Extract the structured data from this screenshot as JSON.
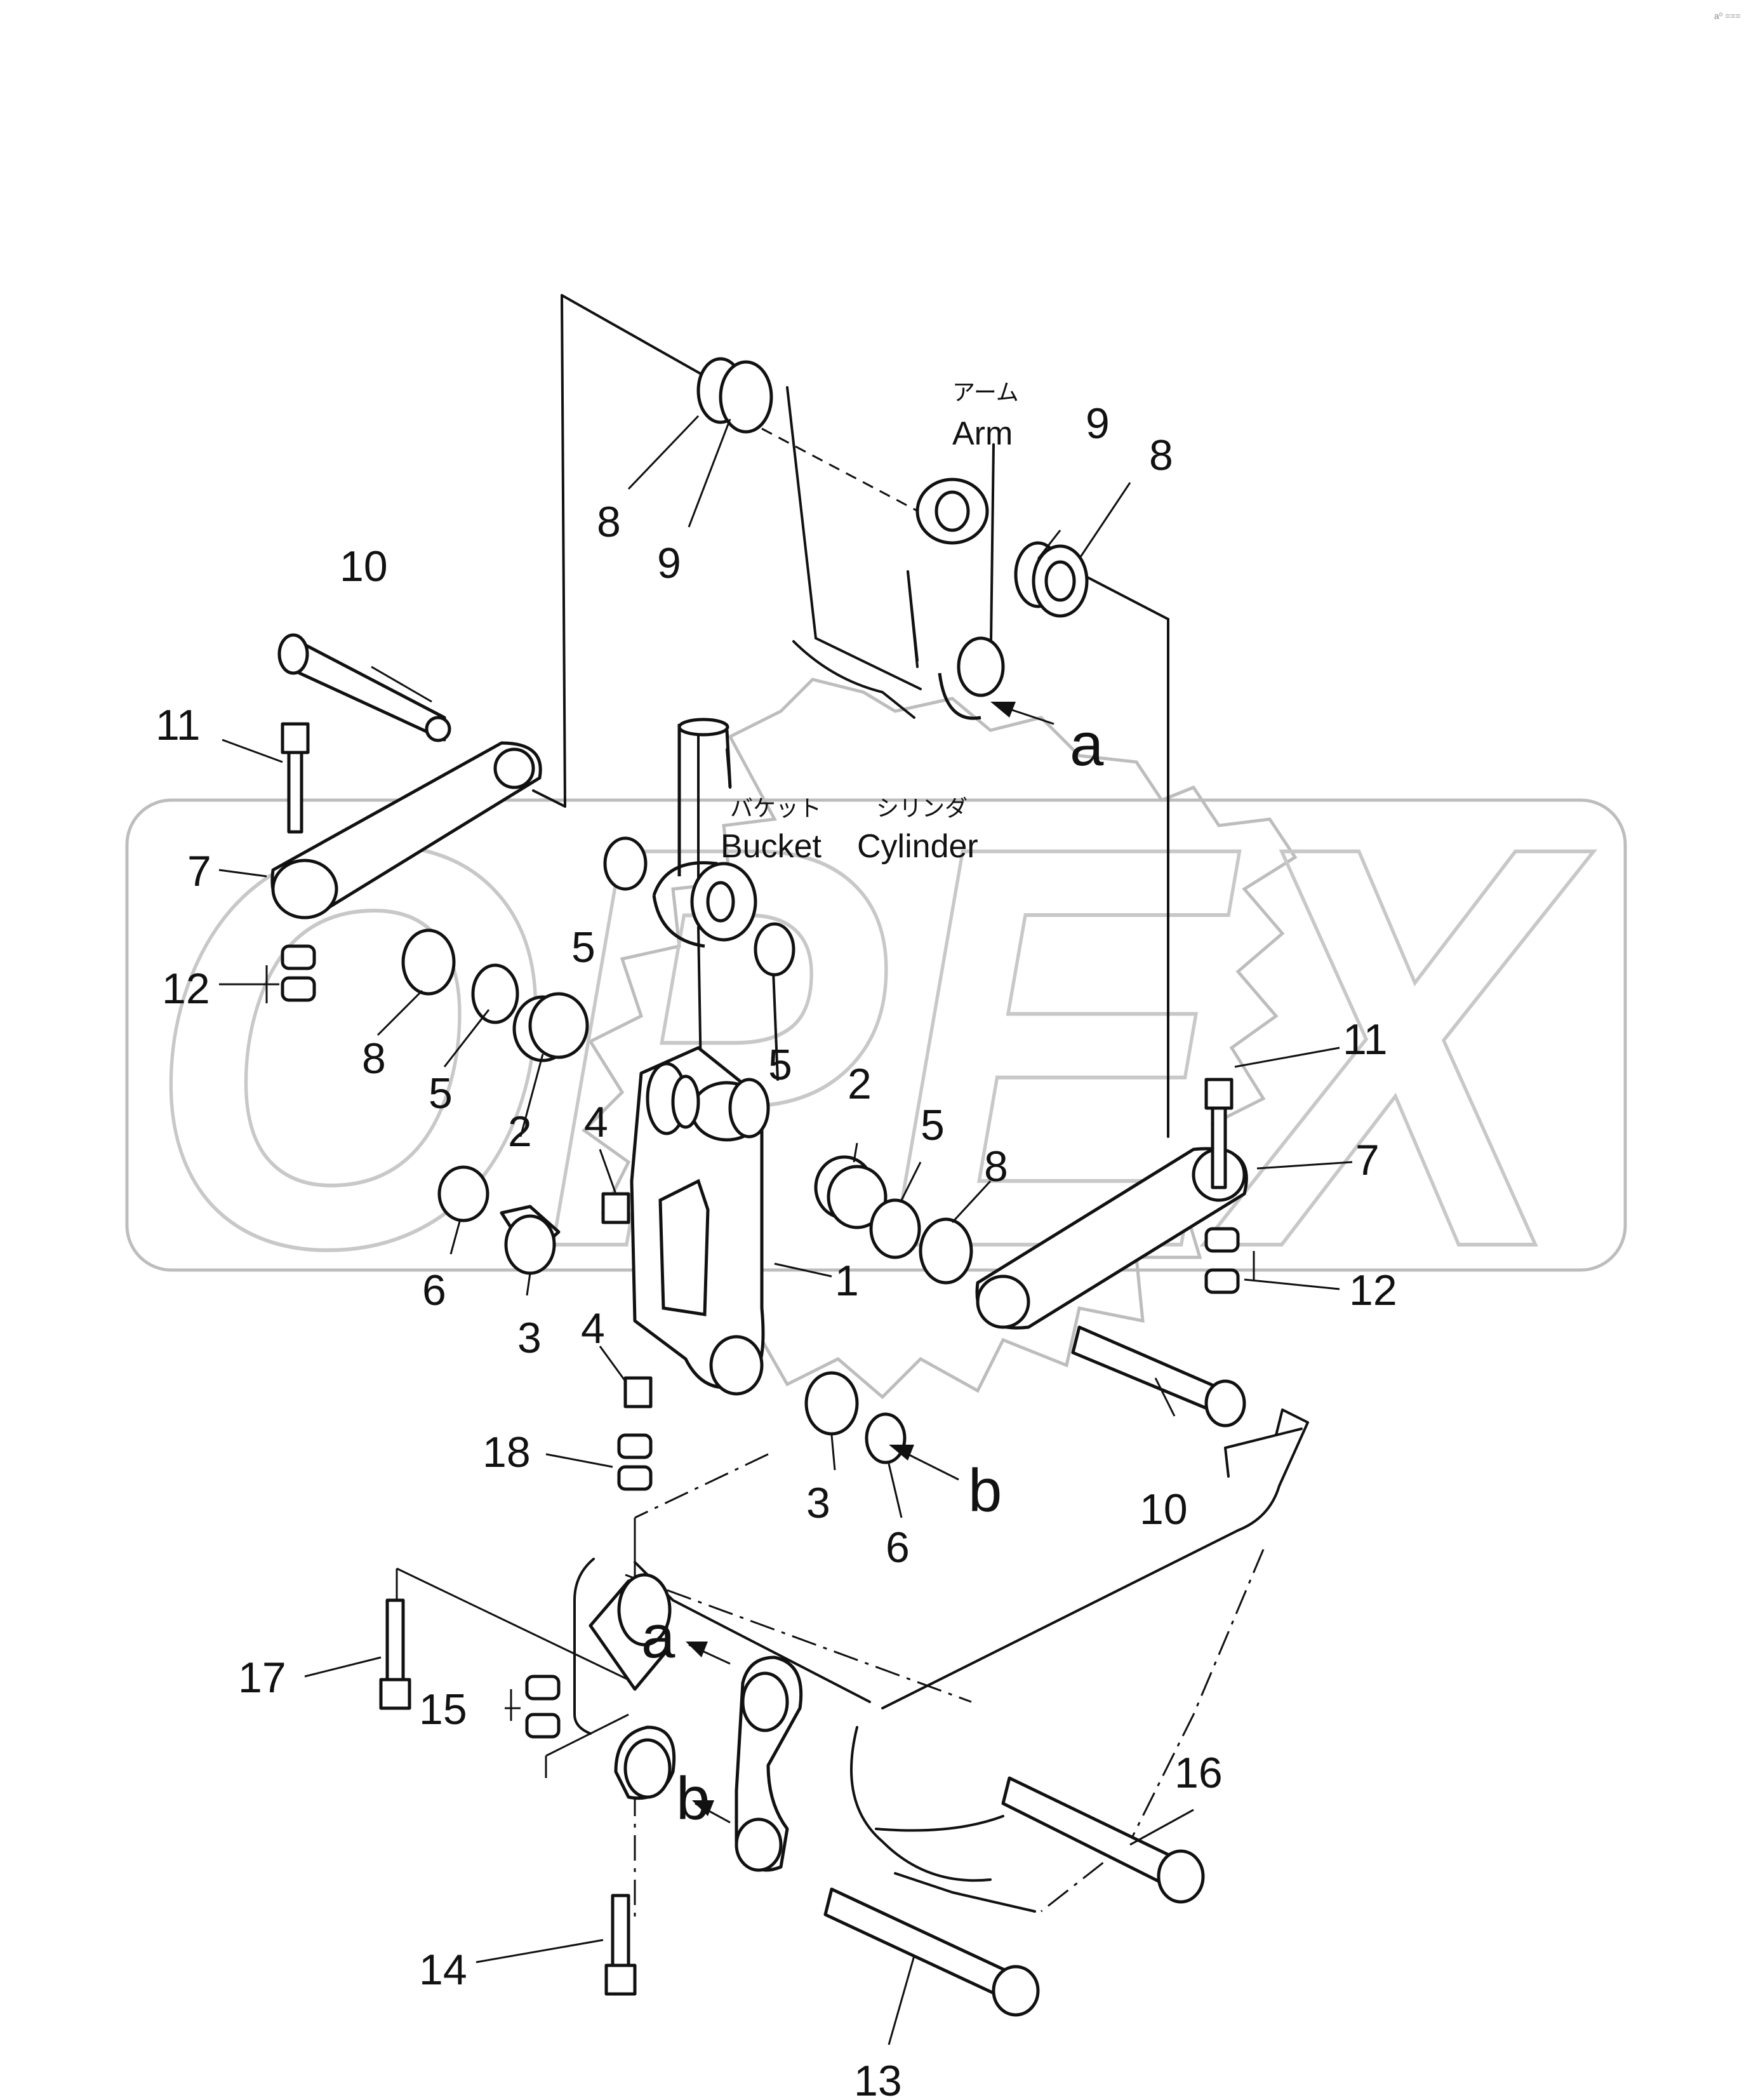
{
  "watermark": {
    "text": "OPEX"
  },
  "corner_mark": "a⁰ ===",
  "captions": {
    "arm": {
      "jp": "アーム",
      "en": "Arm"
    },
    "bucket_cylinder": {
      "jp_left": "バケット",
      "jp_right": "シリンダ",
      "en_left": "Bucket",
      "en_right": "Cylinder"
    }
  },
  "part_labels": [
    "1",
    "2",
    "2",
    "3",
    "3",
    "4",
    "4",
    "5",
    "5",
    "5",
    "5",
    "6",
    "6",
    "7",
    "7",
    "8",
    "8",
    "8",
    "8",
    "9",
    "9",
    "10",
    "10",
    "11",
    "11",
    "12",
    "12",
    "13",
    "14",
    "15",
    "16",
    "17",
    "18"
  ],
  "reference_letters": [
    "a",
    "a",
    "b",
    "b"
  ]
}
